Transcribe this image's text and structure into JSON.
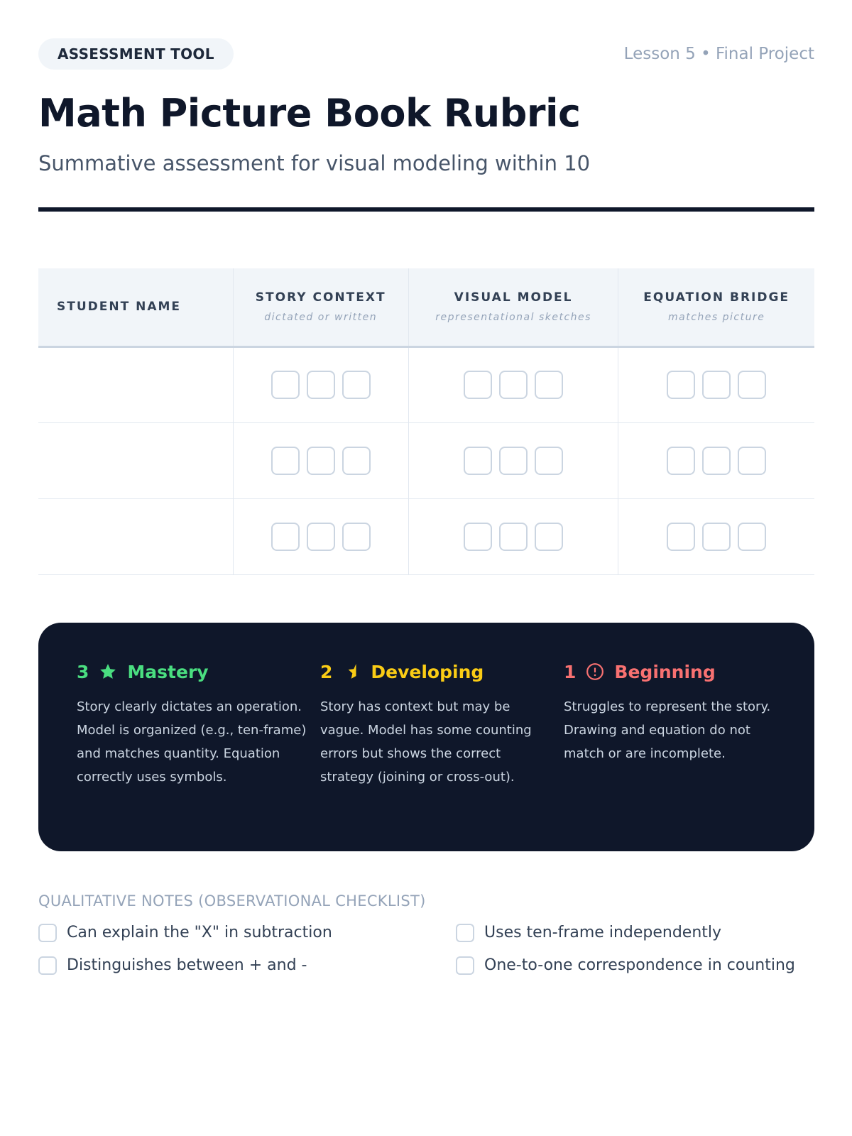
{
  "header": {
    "badge": "ASSESSMENT TOOL",
    "lesson": "Lesson 5 • Final Project",
    "title": "Math Picture Book Rubric",
    "subtitle": "Summative assessment for visual modeling within 10"
  },
  "table": {
    "columns": [
      {
        "title": "STUDENT NAME"
      },
      {
        "title": "STORY CONTEXT",
        "sub": "dictated or written"
      },
      {
        "title": "VISUAL MODEL",
        "sub": "representational sketches"
      },
      {
        "title": "EQUATION BRIDGE",
        "sub": "matches picture"
      }
    ],
    "row_count": 3
  },
  "legend": [
    {
      "score": "3",
      "label": "Mastery",
      "icon": "star-icon",
      "color": "#4ade80",
      "text": "Story clearly dictates an operation. Model is organized (e.g., ten-frame) and matches quantity. Equation correctly uses symbols."
    },
    {
      "score": "2",
      "label": "Developing",
      "icon": "half-star-icon",
      "color": "#facc15",
      "text": "Story has context but may be vague. Model has some counting errors but shows the correct strategy (joining or cross-out)."
    },
    {
      "score": "1",
      "label": "Beginning",
      "icon": "alert-circle-icon",
      "color": "#f87171",
      "text": "Struggles to represent the story. Drawing and equation do not match or are incomplete."
    }
  ],
  "notes": {
    "title": "QUALITATIVE NOTES (OBSERVATIONAL CHECKLIST)",
    "items": [
      "Can explain the \"X\" in subtraction",
      "Uses ten-frame independently",
      "Distinguishes between + and -",
      "One-to-one correspondence in counting"
    ]
  }
}
